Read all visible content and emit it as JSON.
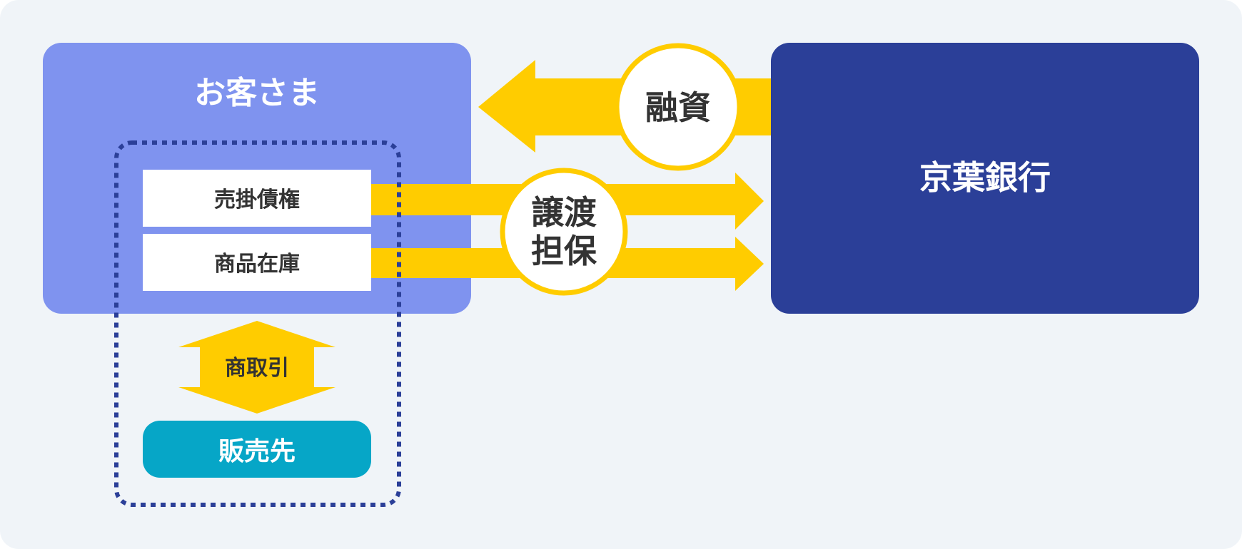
{
  "customer": {
    "title": "お客さま"
  },
  "assets": {
    "receivables": "売掛債権",
    "inventory": "商品在庫"
  },
  "trade": {
    "label": "商取引"
  },
  "buyer": {
    "label": "販売先"
  },
  "bank": {
    "name": "京葉銀行"
  },
  "flows": {
    "loan": "融資",
    "collateral_line1": "譲渡",
    "collateral_line2": "担保"
  },
  "colors": {
    "background": "#f0f4f8",
    "customer_box": "#7f93ef",
    "bank_box": "#2b3f98",
    "arrow": "#ffcc00",
    "buyer_box": "#06a6c7",
    "dotted_border": "#2b3f98",
    "text_dark": "#333333",
    "text_light": "#ffffff"
  }
}
